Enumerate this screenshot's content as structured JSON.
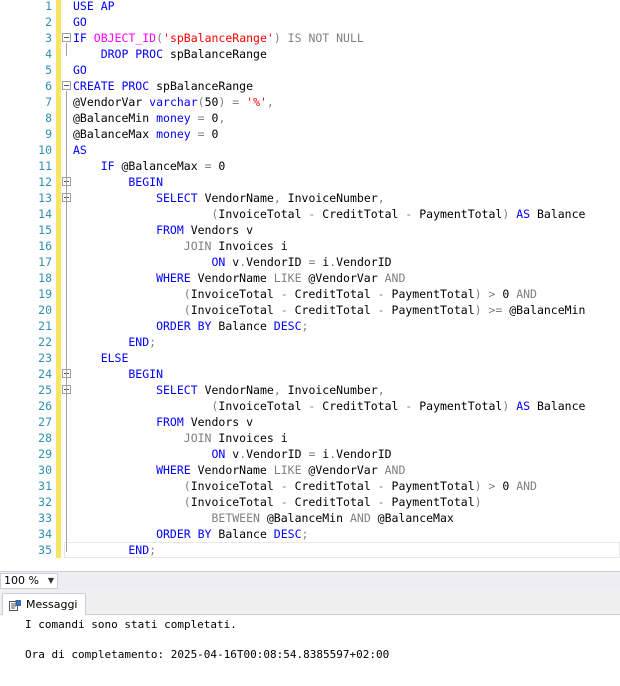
{
  "editor": {
    "lines": [
      {
        "n": "1",
        "segs": [
          {
            "t": "USE AP",
            "c": "kw"
          }
        ]
      },
      {
        "n": "2",
        "segs": [
          {
            "t": "GO",
            "c": "kw"
          }
        ]
      },
      {
        "n": "3",
        "segs": [
          {
            "t": "IF ",
            "c": "kw"
          },
          {
            "t": "OBJECT_ID",
            "c": "fn"
          },
          {
            "t": "(",
            "c": "gray"
          },
          {
            "t": "'spBalanceRange'",
            "c": "str"
          },
          {
            "t": ") ",
            "c": "gray"
          },
          {
            "t": "IS NOT NULL",
            "c": "gray"
          }
        ]
      },
      {
        "n": "4",
        "segs": [
          {
            "t": "    DROP PROC ",
            "c": "kw"
          },
          {
            "t": "spBalanceRange",
            "c": "var"
          }
        ]
      },
      {
        "n": "5",
        "segs": [
          {
            "t": "GO",
            "c": "kw"
          }
        ]
      },
      {
        "n": "6",
        "segs": [
          {
            "t": "CREATE PROC ",
            "c": "kw"
          },
          {
            "t": "spBalanceRange",
            "c": "var"
          }
        ]
      },
      {
        "n": "7",
        "segs": [
          {
            "t": "@VendorVar ",
            "c": "var"
          },
          {
            "t": "varchar",
            "c": "kw"
          },
          {
            "t": "(",
            "c": "gray"
          },
          {
            "t": "50",
            "c": "var"
          },
          {
            "t": ") = ",
            "c": "gray"
          },
          {
            "t": "'%'",
            "c": "str"
          },
          {
            "t": ",",
            "c": "gray"
          }
        ]
      },
      {
        "n": "8",
        "segs": [
          {
            "t": "@BalanceMin ",
            "c": "var"
          },
          {
            "t": "money",
            "c": "kw"
          },
          {
            "t": " = ",
            "c": "gray"
          },
          {
            "t": "0",
            "c": "var"
          },
          {
            "t": ",",
            "c": "gray"
          }
        ]
      },
      {
        "n": "9",
        "segs": [
          {
            "t": "@BalanceMax ",
            "c": "var"
          },
          {
            "t": "money",
            "c": "kw"
          },
          {
            "t": " = ",
            "c": "gray"
          },
          {
            "t": "0",
            "c": "var"
          }
        ]
      },
      {
        "n": "10",
        "segs": [
          {
            "t": "AS",
            "c": "kw"
          }
        ]
      },
      {
        "n": "11",
        "segs": [
          {
            "t": "    IF ",
            "c": "kw"
          },
          {
            "t": "@BalanceMax ",
            "c": "var"
          },
          {
            "t": "= ",
            "c": "gray"
          },
          {
            "t": "0",
            "c": "var"
          }
        ]
      },
      {
        "n": "12",
        "segs": [
          {
            "t": "        BEGIN",
            "c": "kw"
          }
        ]
      },
      {
        "n": "13",
        "segs": [
          {
            "t": "            SELECT ",
            "c": "kw"
          },
          {
            "t": "VendorName",
            "c": "var"
          },
          {
            "t": ", ",
            "c": "gray"
          },
          {
            "t": "InvoiceNumber",
            "c": "var"
          },
          {
            "t": ",",
            "c": "gray"
          }
        ]
      },
      {
        "n": "14",
        "segs": [
          {
            "t": "                    (",
            "c": "gray"
          },
          {
            "t": "InvoiceTotal ",
            "c": "var"
          },
          {
            "t": "- ",
            "c": "gray"
          },
          {
            "t": "CreditTotal ",
            "c": "var"
          },
          {
            "t": "- ",
            "c": "gray"
          },
          {
            "t": "PaymentTotal",
            "c": "var"
          },
          {
            "t": ") ",
            "c": "gray"
          },
          {
            "t": "AS ",
            "c": "kw"
          },
          {
            "t": "Balance",
            "c": "var"
          }
        ]
      },
      {
        "n": "15",
        "segs": [
          {
            "t": "            FROM ",
            "c": "kw"
          },
          {
            "t": "Vendors v",
            "c": "var"
          }
        ]
      },
      {
        "n": "16",
        "segs": [
          {
            "t": "                JOIN ",
            "c": "gray"
          },
          {
            "t": "Invoices i",
            "c": "var"
          }
        ]
      },
      {
        "n": "17",
        "segs": [
          {
            "t": "                    ON ",
            "c": "kw"
          },
          {
            "t": "v",
            "c": "var"
          },
          {
            "t": ".",
            "c": "gray"
          },
          {
            "t": "VendorID ",
            "c": "var"
          },
          {
            "t": "= ",
            "c": "gray"
          },
          {
            "t": "i",
            "c": "var"
          },
          {
            "t": ".",
            "c": "gray"
          },
          {
            "t": "VendorID",
            "c": "var"
          }
        ]
      },
      {
        "n": "18",
        "segs": [
          {
            "t": "            WHERE ",
            "c": "kw"
          },
          {
            "t": "VendorName ",
            "c": "var"
          },
          {
            "t": "LIKE ",
            "c": "gray"
          },
          {
            "t": "@VendorVar ",
            "c": "var"
          },
          {
            "t": "AND",
            "c": "gray"
          }
        ]
      },
      {
        "n": "19",
        "segs": [
          {
            "t": "                (",
            "c": "gray"
          },
          {
            "t": "InvoiceTotal ",
            "c": "var"
          },
          {
            "t": "- ",
            "c": "gray"
          },
          {
            "t": "CreditTotal ",
            "c": "var"
          },
          {
            "t": "- ",
            "c": "gray"
          },
          {
            "t": "PaymentTotal",
            "c": "var"
          },
          {
            "t": ") > ",
            "c": "gray"
          },
          {
            "t": "0 ",
            "c": "var"
          },
          {
            "t": "AND",
            "c": "gray"
          }
        ]
      },
      {
        "n": "20",
        "segs": [
          {
            "t": "                (",
            "c": "gray"
          },
          {
            "t": "InvoiceTotal ",
            "c": "var"
          },
          {
            "t": "- ",
            "c": "gray"
          },
          {
            "t": "CreditTotal ",
            "c": "var"
          },
          {
            "t": "- ",
            "c": "gray"
          },
          {
            "t": "PaymentTotal",
            "c": "var"
          },
          {
            "t": ") >= ",
            "c": "gray"
          },
          {
            "t": "@BalanceMin",
            "c": "var"
          }
        ]
      },
      {
        "n": "21",
        "segs": [
          {
            "t": "            ORDER BY ",
            "c": "kw"
          },
          {
            "t": "Balance ",
            "c": "var"
          },
          {
            "t": "DESC",
            "c": "kw"
          },
          {
            "t": ";",
            "c": "gray"
          }
        ]
      },
      {
        "n": "22",
        "segs": [
          {
            "t": "        END",
            "c": "kw"
          },
          {
            "t": ";",
            "c": "gray"
          }
        ]
      },
      {
        "n": "23",
        "segs": [
          {
            "t": "    ELSE",
            "c": "kw"
          }
        ]
      },
      {
        "n": "24",
        "segs": [
          {
            "t": "        BEGIN",
            "c": "kw"
          }
        ]
      },
      {
        "n": "25",
        "segs": [
          {
            "t": "            SELECT ",
            "c": "kw"
          },
          {
            "t": "VendorName",
            "c": "var"
          },
          {
            "t": ", ",
            "c": "gray"
          },
          {
            "t": "InvoiceNumber",
            "c": "var"
          },
          {
            "t": ",",
            "c": "gray"
          }
        ]
      },
      {
        "n": "26",
        "segs": [
          {
            "t": "                    (",
            "c": "gray"
          },
          {
            "t": "InvoiceTotal ",
            "c": "var"
          },
          {
            "t": "- ",
            "c": "gray"
          },
          {
            "t": "CreditTotal ",
            "c": "var"
          },
          {
            "t": "- ",
            "c": "gray"
          },
          {
            "t": "PaymentTotal",
            "c": "var"
          },
          {
            "t": ") ",
            "c": "gray"
          },
          {
            "t": "AS ",
            "c": "kw"
          },
          {
            "t": "Balance",
            "c": "var"
          }
        ]
      },
      {
        "n": "27",
        "segs": [
          {
            "t": "            FROM ",
            "c": "kw"
          },
          {
            "t": "Vendors v",
            "c": "var"
          }
        ]
      },
      {
        "n": "28",
        "segs": [
          {
            "t": "                JOIN ",
            "c": "gray"
          },
          {
            "t": "Invoices i",
            "c": "var"
          }
        ]
      },
      {
        "n": "29",
        "segs": [
          {
            "t": "                    ON ",
            "c": "kw"
          },
          {
            "t": "v",
            "c": "var"
          },
          {
            "t": ".",
            "c": "gray"
          },
          {
            "t": "VendorID ",
            "c": "var"
          },
          {
            "t": "= ",
            "c": "gray"
          },
          {
            "t": "i",
            "c": "var"
          },
          {
            "t": ".",
            "c": "gray"
          },
          {
            "t": "VendorID",
            "c": "var"
          }
        ]
      },
      {
        "n": "30",
        "segs": [
          {
            "t": "            WHERE ",
            "c": "kw"
          },
          {
            "t": "VendorName ",
            "c": "var"
          },
          {
            "t": "LIKE ",
            "c": "gray"
          },
          {
            "t": "@VendorVar ",
            "c": "var"
          },
          {
            "t": "AND",
            "c": "gray"
          }
        ]
      },
      {
        "n": "31",
        "segs": [
          {
            "t": "                (",
            "c": "gray"
          },
          {
            "t": "InvoiceTotal ",
            "c": "var"
          },
          {
            "t": "- ",
            "c": "gray"
          },
          {
            "t": "CreditTotal ",
            "c": "var"
          },
          {
            "t": "- ",
            "c": "gray"
          },
          {
            "t": "PaymentTotal",
            "c": "var"
          },
          {
            "t": ") > ",
            "c": "gray"
          },
          {
            "t": "0 ",
            "c": "var"
          },
          {
            "t": "AND",
            "c": "gray"
          }
        ]
      },
      {
        "n": "32",
        "segs": [
          {
            "t": "                (",
            "c": "gray"
          },
          {
            "t": "InvoiceTotal ",
            "c": "var"
          },
          {
            "t": "- ",
            "c": "gray"
          },
          {
            "t": "CreditTotal ",
            "c": "var"
          },
          {
            "t": "- ",
            "c": "gray"
          },
          {
            "t": "PaymentTotal",
            "c": "var"
          },
          {
            "t": ")",
            "c": "gray"
          }
        ]
      },
      {
        "n": "33",
        "segs": [
          {
            "t": "                    BETWEEN ",
            "c": "gray"
          },
          {
            "t": "@BalanceMin ",
            "c": "var"
          },
          {
            "t": "AND ",
            "c": "gray"
          },
          {
            "t": "@BalanceMax",
            "c": "var"
          }
        ]
      },
      {
        "n": "34",
        "segs": [
          {
            "t": "            ORDER BY ",
            "c": "kw"
          },
          {
            "t": "Balance ",
            "c": "var"
          },
          {
            "t": "DESC",
            "c": "kw"
          },
          {
            "t": ";",
            "c": "gray"
          }
        ]
      },
      {
        "n": "35",
        "segs": [
          {
            "t": "        END",
            "c": "kw"
          },
          {
            "t": ";",
            "c": "gray"
          }
        ]
      }
    ],
    "fold_markers": [
      3,
      6,
      12,
      13,
      24,
      25
    ]
  },
  "status_bar": {
    "zoom": "100 %",
    "zoom_icon": "chevron-down-icon"
  },
  "results": {
    "tab_label": "Messaggi",
    "tab_icon": "messages-icon",
    "message_line_1": "I comandi sono stati completati.",
    "message_line_2": "Ora di completamento: 2025-04-16T00:08:54.8385597+02:00"
  },
  "colors": {
    "keyword": "#0000ff",
    "string": "#ff0000",
    "function": "#ff00ff",
    "operator": "#808080",
    "line_number": "#2b91af",
    "change_bar": "#f5e663"
  }
}
